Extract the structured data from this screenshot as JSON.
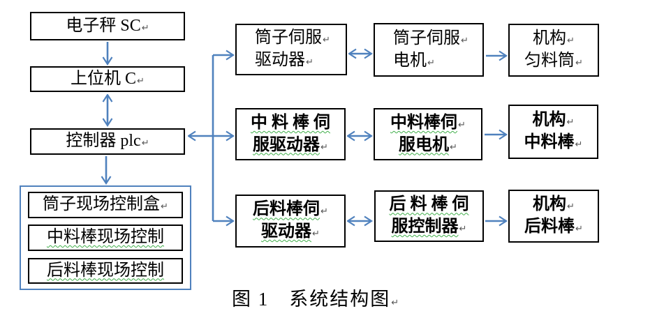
{
  "caption": "图 1　系统结构图",
  "glyphs": {
    "return_mark": "↵"
  },
  "colors": {
    "accent": "#4f81bd",
    "box_border": "#000000",
    "squiggle": "#3fae49"
  },
  "left_chain": {
    "scale": "电子秤 SC",
    "host": "上位机 C",
    "plc": "控制器 plc"
  },
  "site_group": {
    "items": [
      {
        "label": "筒子现场控制盒"
      },
      {
        "label": "中料棒现场控制"
      },
      {
        "label": "后料棒现场控制"
      }
    ]
  },
  "rows": [
    {
      "driver": {
        "line1": "筒子伺服",
        "line2": "驱动器"
      },
      "motor": {
        "line1": "筒子伺服",
        "line2": "电机"
      },
      "mech": {
        "line1": "机构",
        "line2": "匀料筒"
      }
    },
    {
      "driver": {
        "line1": "中 料 棒 伺",
        "line2": "服驱动器"
      },
      "motor": {
        "line1": "中料棒伺",
        "line2": "服电机"
      },
      "mech": {
        "line1": "机构",
        "line2": "中料棒"
      }
    },
    {
      "driver": {
        "line1": "后料棒伺",
        "line2": "驱动器"
      },
      "motor": {
        "line1": "后 料 棒 伺",
        "line2": "服控制器"
      },
      "mech": {
        "line1": "机构",
        "line2": "后料棒"
      }
    }
  ]
}
